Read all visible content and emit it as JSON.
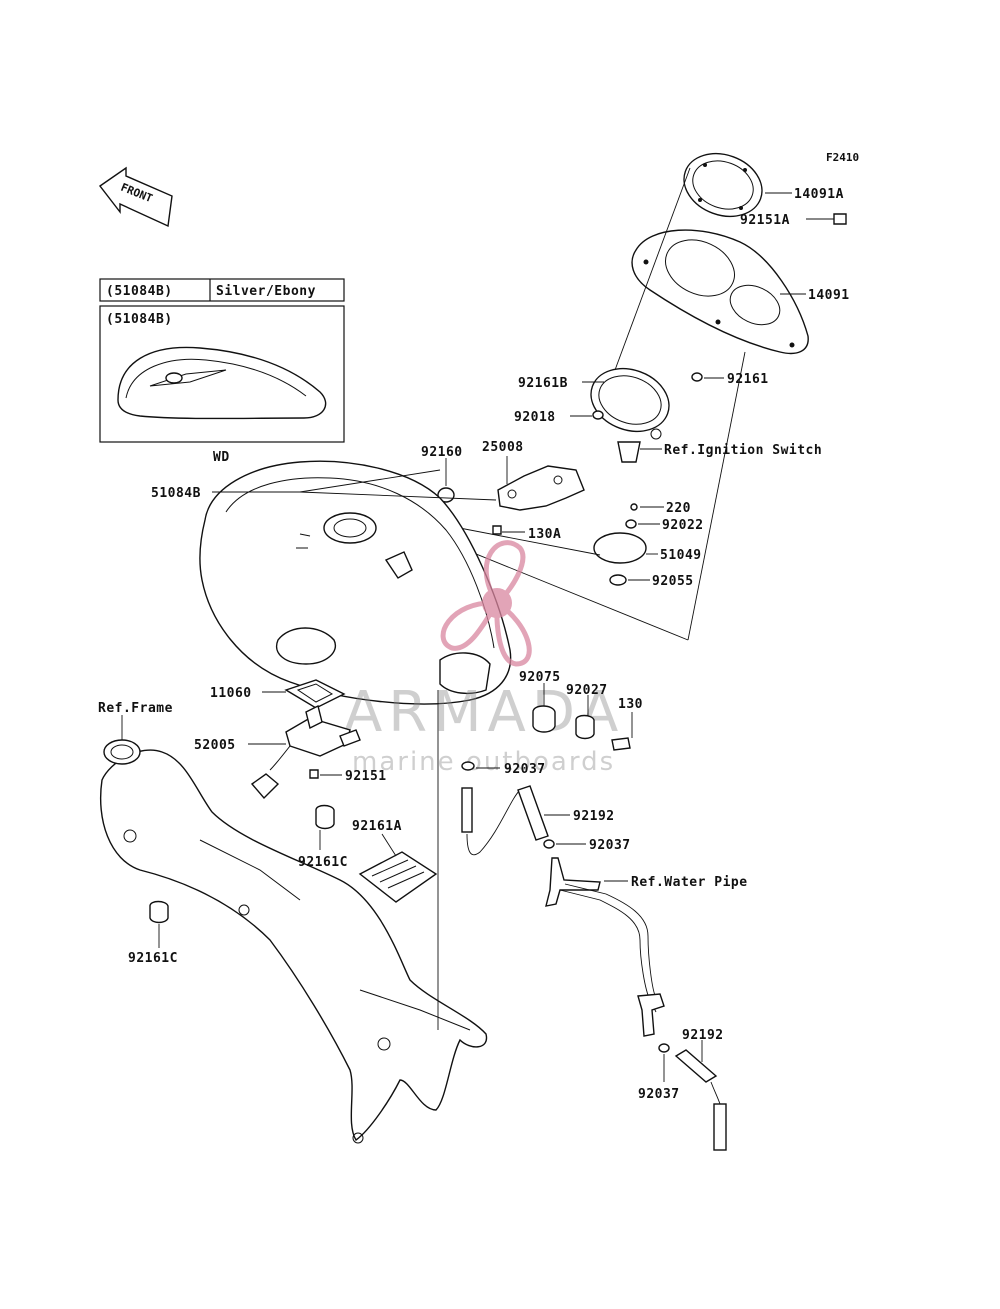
{
  "figure_code": "F2410",
  "front_label": "FRONT",
  "color_table": {
    "part": "(51084B)",
    "color": "Silver/Ebony"
  },
  "inset": {
    "part": "(51084B)",
    "caption": "WD"
  },
  "watermark": {
    "brand": "ARMADA",
    "tagline": "marine outboards",
    "accent_color": "#d9869f",
    "text_color": "#8a8a8a"
  },
  "labels": {
    "l14091a": "14091A",
    "l92151a": "92151A",
    "l14091": "14091",
    "l92161": "92161",
    "l92161b": "92161B",
    "l92018": "92018",
    "lign": "Ref.Ignition Switch",
    "l92160": "92160",
    "l25008": "25008",
    "l51084b": "51084B",
    "l130a": "130A",
    "l220": "220",
    "l92022": "92022",
    "l51049": "51049",
    "l92055": "92055",
    "l92075": "92075",
    "l92027": "92027",
    "l130": "130",
    "l11060": "11060",
    "lframe": "Ref.Frame",
    "l52005": "52005",
    "l92151": "92151",
    "l92037a": "92037",
    "l92192a": "92192",
    "l92037b": "92037",
    "l92161a": "92161A",
    "lwater": "Ref.Water Pipe",
    "l92161c1": "92161C",
    "l92161c2": "92161C",
    "l92192b": "92192",
    "l92037c": "92037"
  }
}
